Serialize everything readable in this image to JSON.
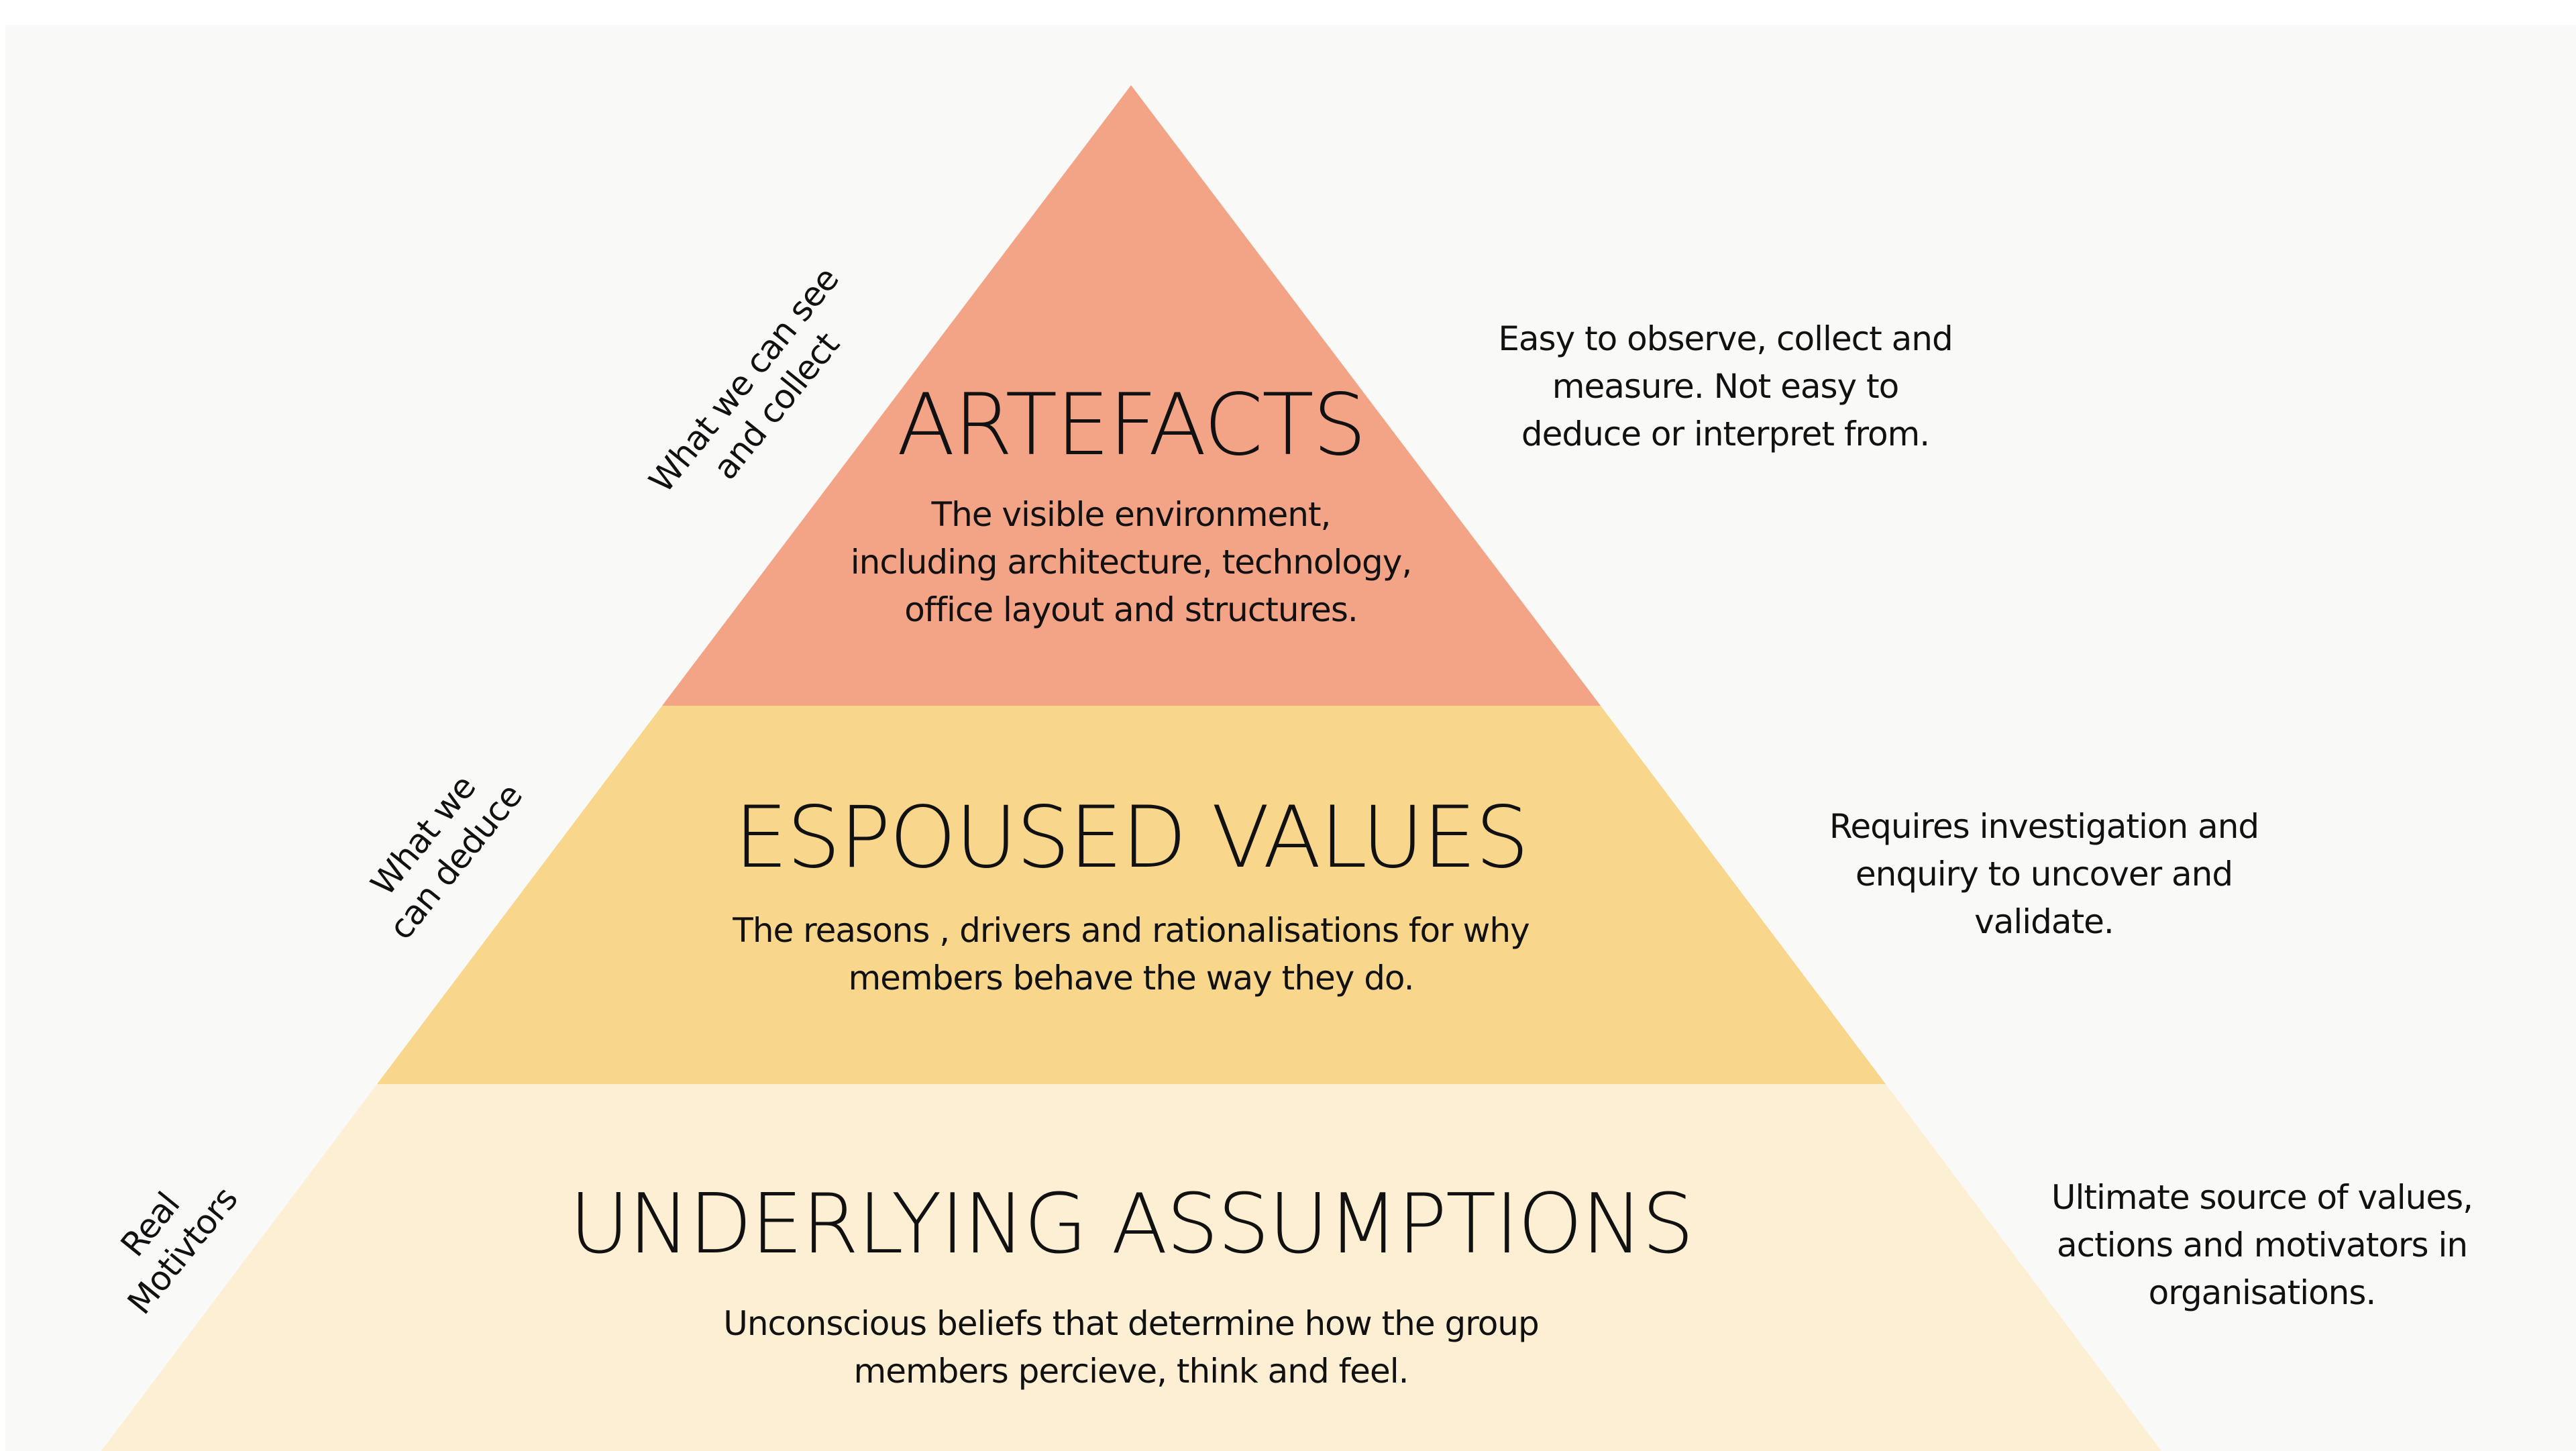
{
  "colors": {
    "artefacts": "#f3a386",
    "espoused_values": "#f8d78d",
    "underlying_assumptions": "#fdefd4",
    "panel": "#f9f9f7",
    "text": "#111111"
  },
  "layers": {
    "artefacts": {
      "title": "ARTEFACTS",
      "description": [
        "The visible environment,",
        "including architecture, technology,",
        "office layout and structures."
      ]
    },
    "espoused_values": {
      "title": "ESPOUSED VALUES",
      "description": [
        "The reasons , drivers and rationalisations for why",
        "members behave the way they do."
      ]
    },
    "underlying_assumptions": {
      "title": "UNDERLYING ASSUMPTIONS",
      "description": [
        "Unconscious beliefs that determine how the group",
        "members percieve, think and feel."
      ]
    }
  },
  "left_labels": {
    "artefacts": [
      "What we can see",
      "and collect"
    ],
    "espoused_values": [
      "What we",
      "can deduce"
    ],
    "underlying_assumptions": [
      "Real",
      "Motivtors"
    ]
  },
  "right_notes": {
    "artefacts": [
      "Easy to observe, collect and",
      "measure. Not easy to",
      "deduce or interpret from."
    ],
    "espoused_values": [
      "Requires investigation and",
      "enquiry to uncover and",
      "validate."
    ],
    "underlying_assumptions": [
      "Ultimate source of values,",
      "actions and motivators in",
      "organisations."
    ]
  }
}
